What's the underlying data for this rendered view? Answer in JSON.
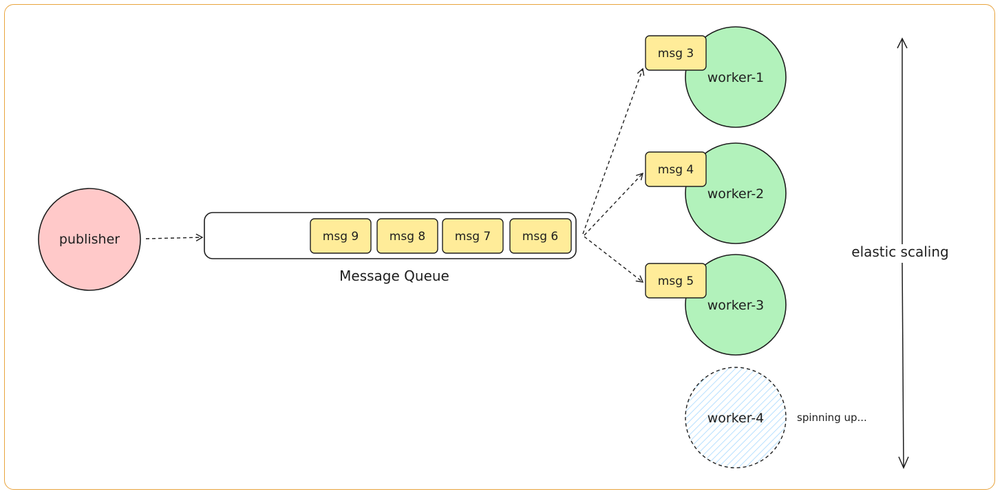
{
  "publisher": {
    "label": "publisher",
    "color": "#ffc9c9"
  },
  "queue": {
    "caption": "Message Queue",
    "messages": [
      "msg 9",
      "msg 8",
      "msg 7",
      "msg 6"
    ]
  },
  "message_color": "#ffec99",
  "worker_color": "#b2f2bb",
  "workers": [
    {
      "label": "worker-1",
      "message": "msg 3"
    },
    {
      "label": "worker-2",
      "message": "msg 4"
    },
    {
      "label": "worker-3",
      "message": "msg 5"
    }
  ],
  "pending_worker": {
    "label": "worker-4",
    "status": "spinning up...",
    "hatch_color": "#a5d8ff"
  },
  "scaling": {
    "label": "elastic scaling"
  },
  "frame_color": "#e8a33c"
}
